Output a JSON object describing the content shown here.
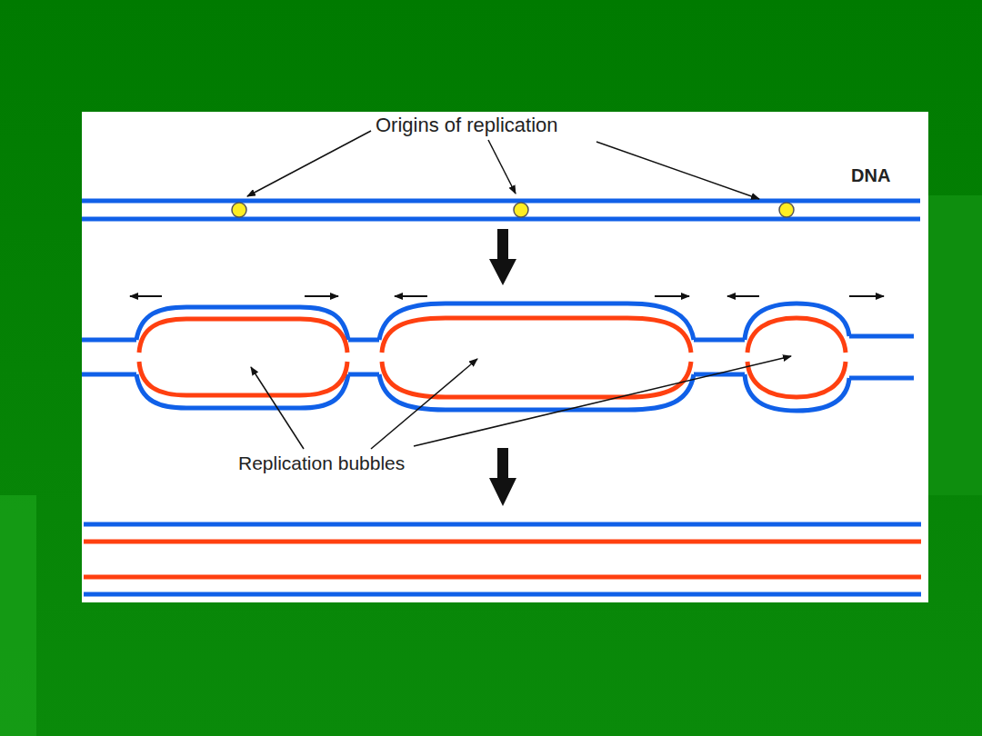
{
  "diagram": {
    "labels": [
      "Origins of replication",
      "DNA",
      "Replication bubbles"
    ]
  }
}
